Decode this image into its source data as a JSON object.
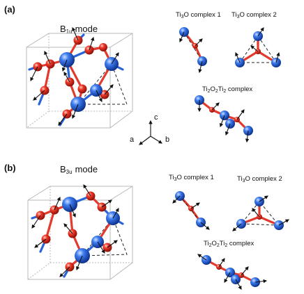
{
  "panels": [
    {
      "label": "(a)",
      "mode": {
        "main": "B",
        "sub": "1u",
        "suffix": "mode"
      },
      "complexes": [
        {
          "pre": "Ti",
          "s1": "3",
          "post": "O complex 1",
          "s2": "",
          "tail": ""
        },
        {
          "pre": "Ti",
          "s1": "3",
          "post": "O complex 2",
          "s2": "",
          "tail": ""
        },
        {
          "pre": "Ti",
          "s1": "2",
          "post": "O",
          "s2": "2",
          "tail": "Ti",
          "s3": "2",
          "end": " complex"
        }
      ]
    },
    {
      "label": "(b)",
      "mode": {
        "main": "B",
        "sub": "3u",
        "suffix": "mode"
      },
      "complexes": [
        {
          "pre": "Ti",
          "s1": "3",
          "post": "O complex 1",
          "s2": "",
          "tail": ""
        },
        {
          "pre": "Ti",
          "s1": "3",
          "post": "O complex 2",
          "s2": "",
          "tail": ""
        },
        {
          "pre": "Ti",
          "s1": "2",
          "post": "O",
          "s2": "2",
          "tail": "Ti",
          "s3": "2",
          "end": " complex"
        }
      ]
    }
  ],
  "axes": {
    "a": "a",
    "b": "b",
    "c": "c"
  },
  "colors": {
    "ti": "#1f5fd6",
    "o": "#e0261b",
    "arrow": "#111111",
    "cell": "#b8b8b8"
  }
}
